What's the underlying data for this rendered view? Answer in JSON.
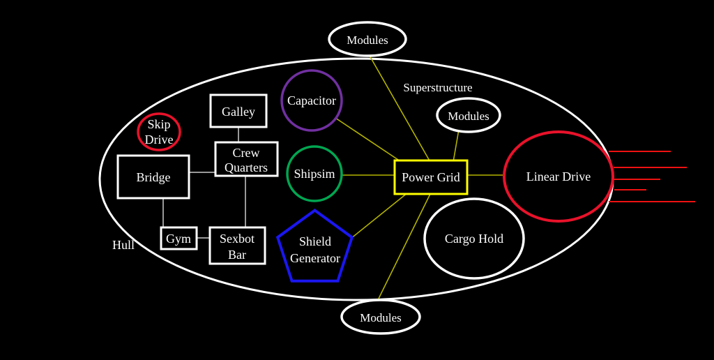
{
  "colors": {
    "background": "#000000",
    "white": "#ffffff",
    "red": "#e8122a",
    "purple": "#7030a0",
    "green": "#00a651",
    "blue": "#1a16f0",
    "yellow": "#ffff00",
    "power_line": "#b3b300",
    "room_line": "#999999",
    "thrust": "#ee1111"
  },
  "diagram": {
    "hull_label": "Hull",
    "superstructure_label": "Superstructure",
    "nodes": {
      "modules_top": {
        "label": "Modules",
        "shape": "ellipse",
        "color_key": "white"
      },
      "modules_inner": {
        "label": "Modules",
        "shape": "ellipse",
        "color_key": "white"
      },
      "modules_bottom": {
        "label": "Modules",
        "shape": "ellipse",
        "color_key": "white"
      },
      "skip_drive": {
        "line1": "Skip",
        "line2": "Drive",
        "shape": "circle",
        "color_key": "red"
      },
      "galley": {
        "label": "Galley",
        "shape": "rect",
        "color_key": "white"
      },
      "crew_quarters": {
        "line1": "Crew",
        "line2": "Quarters",
        "shape": "rect",
        "color_key": "white"
      },
      "bridge": {
        "label": "Bridge",
        "shape": "rect",
        "color_key": "white"
      },
      "gym": {
        "label": "Gym",
        "shape": "rect",
        "color_key": "white"
      },
      "sexbot_bar": {
        "line1": "Sexbot",
        "line2": "Bar",
        "shape": "rect",
        "color_key": "white"
      },
      "capacitor": {
        "label": "Capacitor",
        "shape": "circle",
        "color_key": "purple"
      },
      "shipsim": {
        "label": "Shipsim",
        "shape": "circle",
        "color_key": "green"
      },
      "shield_generator": {
        "line1": "Shield",
        "line2": "Generator",
        "shape": "pentagon",
        "color_key": "blue"
      },
      "power_grid": {
        "label": "Power Grid",
        "shape": "rect",
        "color_key": "yellow"
      },
      "cargo_hold": {
        "label": "Cargo Hold",
        "shape": "ellipse",
        "color_key": "white"
      },
      "linear_drive": {
        "label": "Linear Drive",
        "shape": "ellipse",
        "color_key": "red"
      }
    },
    "connections": [
      {
        "from": "Power Grid",
        "to": "Capacitor",
        "type": "power"
      },
      {
        "from": "Power Grid",
        "to": "Shipsim",
        "type": "power"
      },
      {
        "from": "Power Grid",
        "to": "Shield Generator",
        "type": "power"
      },
      {
        "from": "Power Grid",
        "to": "Modules (top)",
        "type": "power"
      },
      {
        "from": "Power Grid",
        "to": "Modules (superstructure)",
        "type": "power"
      },
      {
        "from": "Power Grid",
        "to": "Modules (bottom)",
        "type": "power"
      },
      {
        "from": "Power Grid",
        "to": "Linear Drive",
        "type": "power"
      },
      {
        "from": "Galley",
        "to": "Crew Quarters",
        "type": "room"
      },
      {
        "from": "Bridge",
        "to": "Crew Quarters",
        "type": "room"
      },
      {
        "from": "Bridge",
        "to": "Gym",
        "type": "room"
      },
      {
        "from": "Gym",
        "to": "Sexbot Bar",
        "type": "room"
      },
      {
        "from": "Crew Quarters",
        "to": "Sexbot Bar",
        "type": "room"
      }
    ],
    "thrust_line_count": 5
  }
}
